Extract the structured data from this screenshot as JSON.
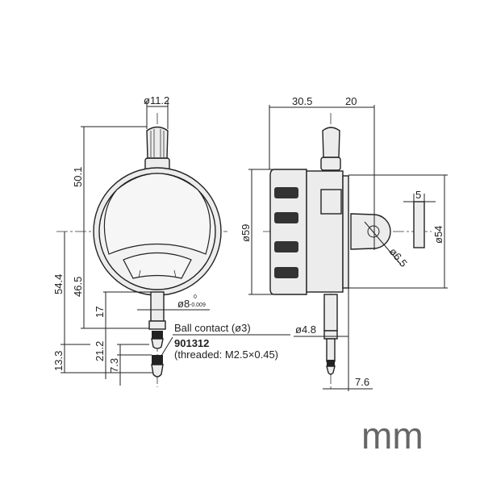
{
  "front_view": {
    "dim_knob_diameter": "ø11.2",
    "dim_top_height": "50.1",
    "dim_lower_height": "46.5",
    "dim_total_lower": "54.4",
    "dim_stem_length": "17",
    "dim_stem_diameter": "ø8",
    "dim_stem_tol_upper": "0",
    "dim_stem_tol_lower": "-0.009",
    "dim_tip_length": "21.2",
    "dim_13_3": "13.3",
    "dim_7_3": "7.3",
    "note_ball_contact": "Ball contact (ø3)",
    "note_part_number": "901312",
    "note_threaded": "(threaded: M2.5×0.45)"
  },
  "side_view": {
    "dim_front_depth": "30.5",
    "dim_back_depth": "20",
    "dim_body_diameter": "ø59",
    "dim_back_diameter": "ø54",
    "dim_lug_thickness": "5",
    "dim_lug_hole": "ø6.5",
    "dim_spindle_diameter": "ø4.8",
    "dim_offset": "7.6"
  },
  "unit_label": "mm"
}
